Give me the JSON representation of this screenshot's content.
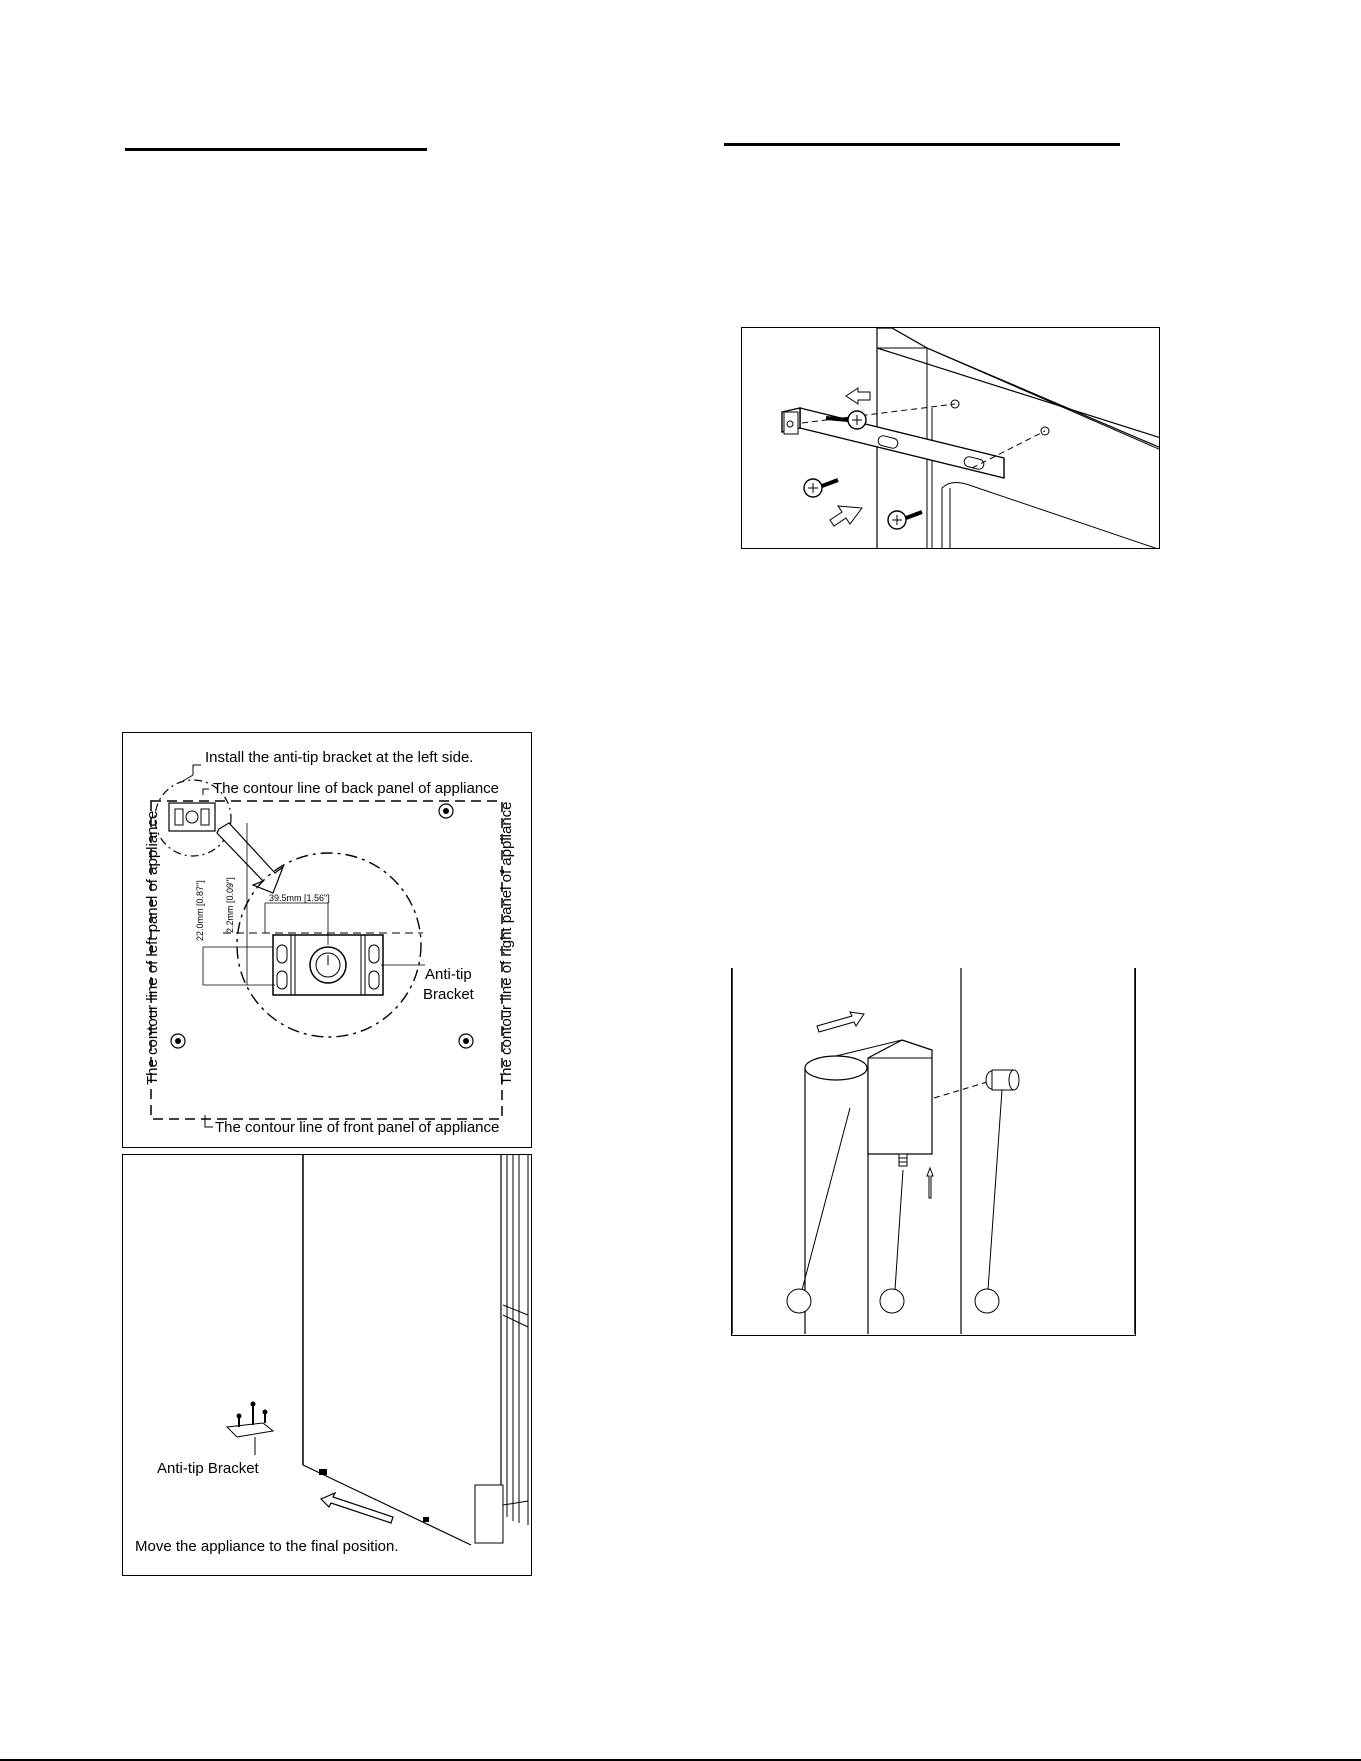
{
  "figures": {
    "anti_tip_plan": {
      "install_note": "Install the anti-tip bracket at the left side.",
      "back_panel": "The contour line of back panel of appliance",
      "left_panel": "The contour line of left panel of appliance",
      "right_panel": "The contour line of right panel of appliance",
      "front_panel": "The contour line of front panel of appliance",
      "dim_width": "39.5mm [1.56\"]",
      "dim_depth": "22.0mm [0.87\"]",
      "dim_offset": "2.2mm [0.09\"]",
      "bracket_label_line1": "Anti-tip",
      "bracket_label_line2": "Bracket"
    },
    "move_appliance": {
      "bracket_label": "Anti-tip Bracket",
      "move_note": "Move the appliance to the final position."
    },
    "rail_install": {},
    "hinge_detail": {}
  }
}
